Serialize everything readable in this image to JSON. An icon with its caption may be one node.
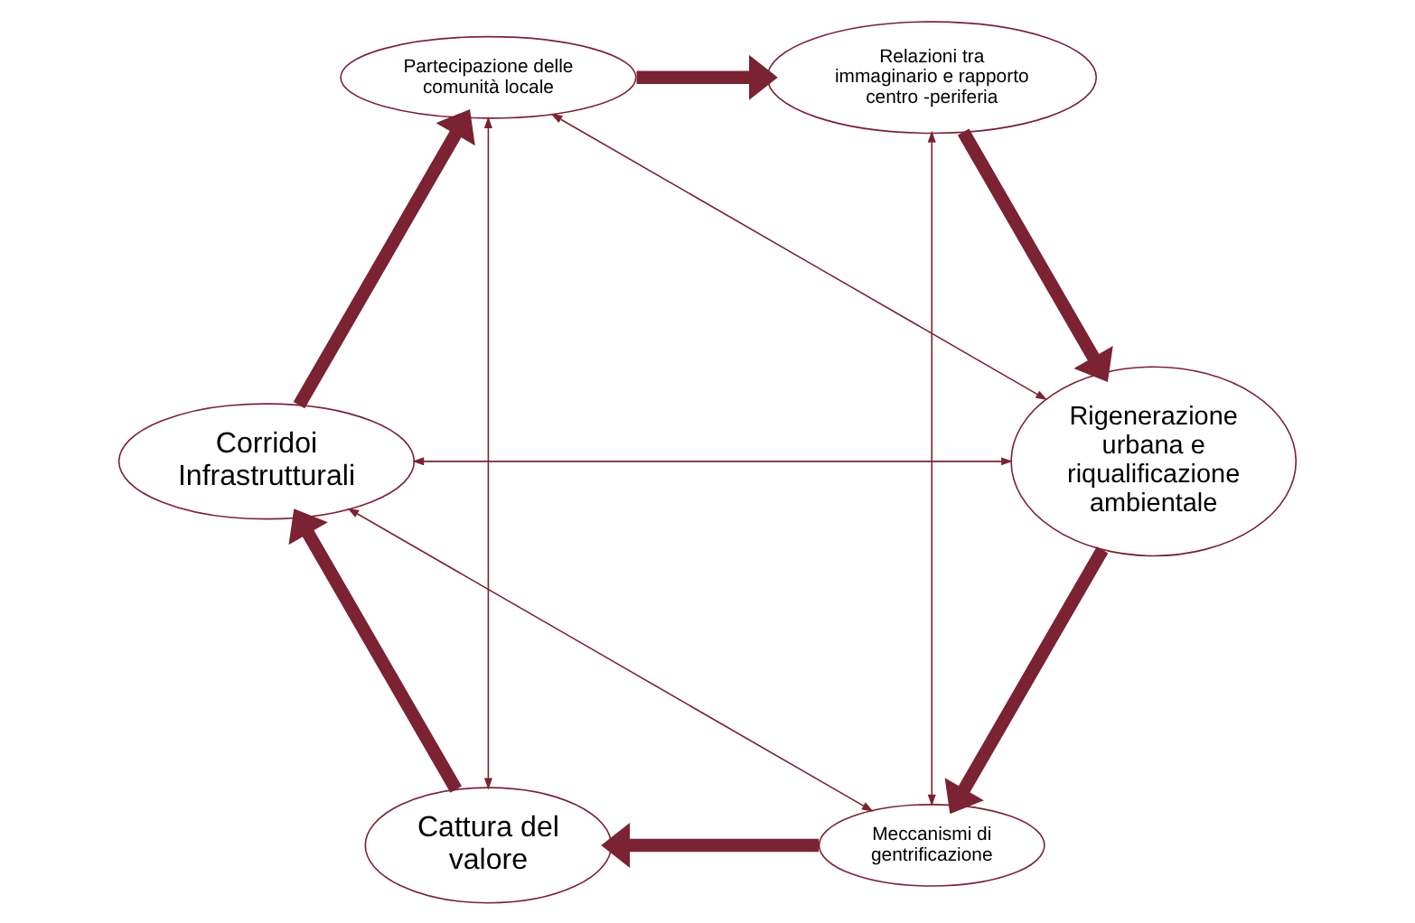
{
  "diagram": {
    "nodes": [
      {
        "text": [
          "Corridoi Infrastrutturali"
        ]
      },
      {
        "text": [
          "Cattura del valore"
        ]
      },
      {
        "text": [
          "Partecipazione delle comunità locale"
        ]
      },
      {
        "text": [
          "Meccanismi di gentrificazione"
        ]
      },
      {
        "text": [
          "Relazioni tra immaginario e rapporto centro -periferia"
        ]
      },
      {
        "text": [
          "Rigenerazione urbana e riqualificazione ambientale"
        ]
      }
    ],
    "edges": [
      {
        "from": 1,
        "to": 0,
        "arrow": "to"
      },
      {
        "from": 0,
        "to": 2,
        "arrow": "to"
      },
      {
        "from": 2,
        "to": 4,
        "arrow": "to"
      },
      {
        "from": 4,
        "to": 5,
        "arrow": "to"
      },
      {
        "from": 5,
        "to": 3,
        "arrow": "to"
      },
      {
        "from": 3,
        "to": 1,
        "arrow": "to"
      },
      {
        "from": 1,
        "to": 2,
        "arrow": "both"
      },
      {
        "from": 3,
        "to": 4,
        "arrow": "both"
      },
      {
        "from": 3,
        "to": 0,
        "arrow": "both"
      },
      {
        "from": 2,
        "to": 5,
        "arrow": "both"
      },
      {
        "from": 0,
        "to": 5,
        "arrow": "both"
      }
    ]
  }
}
